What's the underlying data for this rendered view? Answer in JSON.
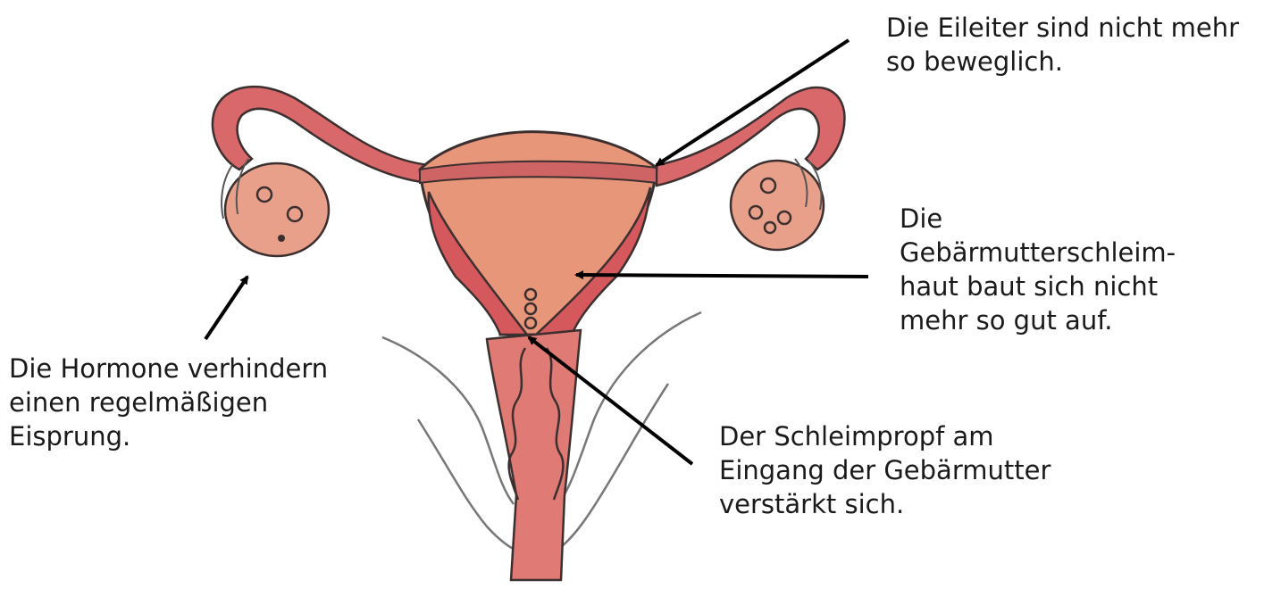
{
  "annotations": {
    "fallopian_tubes": [
      "Die Eileiter sind nicht mehr",
      "so beweglich."
    ],
    "endometrium": [
      "Die",
      "Gebärmutterschleim-",
      "haut baut sich nicht",
      "mehr so gut auf."
    ],
    "hormones": [
      "Die Hormone verhindern",
      "einen regelmäßigen",
      "Eisprung."
    ],
    "mucus_plug": [
      "Der Schleimpropf am",
      "Eingang der Gebärmutter",
      "verstärkt sich."
    ]
  },
  "colors": {
    "uterus_fill": "#e8967a",
    "tube_fill": "#d9686a",
    "wall_fill": "#d4585c",
    "ovary_fill": "#e9a08a",
    "outline": "#3b2f2f",
    "arrow": "#000000",
    "text": "#1a1a1a"
  }
}
